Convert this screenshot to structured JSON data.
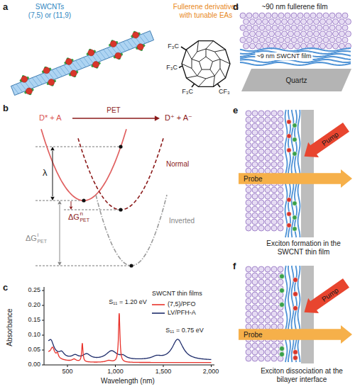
{
  "diagram": {
    "nodes": [
      {
        "text": [
          "Quartz"
        ]
      },
      {
        "text": [
          "Pump"
        ]
      },
      {
        "text": [
          "Probe"
        ]
      },
      {
        "text": [
          "Pump"
        ]
      },
      {
        "text": [
          "Probe"
        ]
      }
    ],
    "labels": [
      "a",
      "SWCNTs",
      "(7,5) or (11,9)",
      "Fullerene derivatives with tunable EAs",
      "F₃C",
      "F₃C",
      "F₃C",
      "CF₃",
      "b",
      "D* + A",
      "PET",
      "D⁺ + A⁻",
      "Normal",
      "λ",
      "ΔG",
      "n",
      "PET",
      "Inverted",
      "ΔG",
      "i",
      "PET",
      "c",
      "S₁₁ = 1.20 eV",
      "S₁₁ = 0.75 eV",
      "SWCNT thin films",
      "Absorbance",
      "0.25",
      "0.20",
      "0.15",
      "0.10",
      "0.05",
      "0.00",
      "500",
      "1,000",
      "1,500",
      "2,000",
      "Wavelength (nm)",
      "d",
      "~90 nm fullerene film",
      "~9 nm SWCNT film",
      "e",
      "Exciton formation in the SWCNT thin film",
      "f",
      "Exciton dissociation at the bilayer interface"
    ],
    "legend": [
      {
        "text": "(7,5)/PFO"
      },
      {
        "text": "LV/PFH-A"
      }
    ]
  }
}
